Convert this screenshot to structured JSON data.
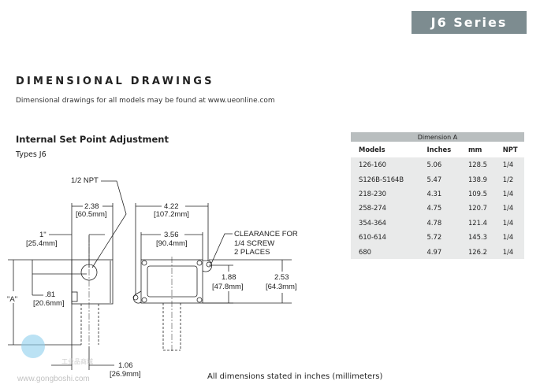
{
  "header": {
    "series": "J6 Series"
  },
  "section": {
    "title": "DIMENSIONAL DRAWINGS",
    "subtitle": "Dimensional drawings for all models may be found at www.ueonline.com"
  },
  "drawing": {
    "title": "Internal Set Point Adjustment",
    "types": "Types J6",
    "labels": {
      "npt": "1/2 NPT",
      "w238": "2.38",
      "w238mm": "[60.5mm]",
      "one": "1\"",
      "onemm": "[25.4mm]",
      "d81": ".81",
      "d81mm": "[20.6mm]",
      "a": "\"A\"",
      "d106": "1.06",
      "d106mm": "[26.9mm]",
      "w422": "4.22",
      "w422mm": "[107.2mm]",
      "w356": "3.56",
      "w356mm": "[90.4mm]",
      "clear1": "CLEARANCE FOR",
      "clear2": "1/4 SCREW",
      "clear3": "2 PLACES",
      "h188": "1.88",
      "h188mm": "[47.8mm]",
      "h253": "2.53",
      "h253mm": "[64.3mm]"
    },
    "note": "All dimensions stated in inches (millimeters)"
  },
  "table": {
    "caption": "Dimension A",
    "columns": [
      "Models",
      "Inches",
      "mm",
      "NPT"
    ],
    "rows": [
      [
        "126-160",
        "5.06",
        "128.5",
        "1/4"
      ],
      [
        "S126B-S164B",
        "5.47",
        "138.9",
        "1/2"
      ],
      [
        "218-230",
        "4.31",
        "109.5",
        "1/4"
      ],
      [
        "258-274",
        "4.75",
        "120.7",
        "1/4"
      ],
      [
        "354-364",
        "4.78",
        "121.4",
        "1/4"
      ],
      [
        "610-614",
        "5.72",
        "145.3",
        "1/4"
      ],
      [
        "680",
        "4.97",
        "126.2",
        "1/4"
      ]
    ]
  },
  "watermark": {
    "url": "www.gongboshi.com",
    "cn": "工业品商城"
  }
}
